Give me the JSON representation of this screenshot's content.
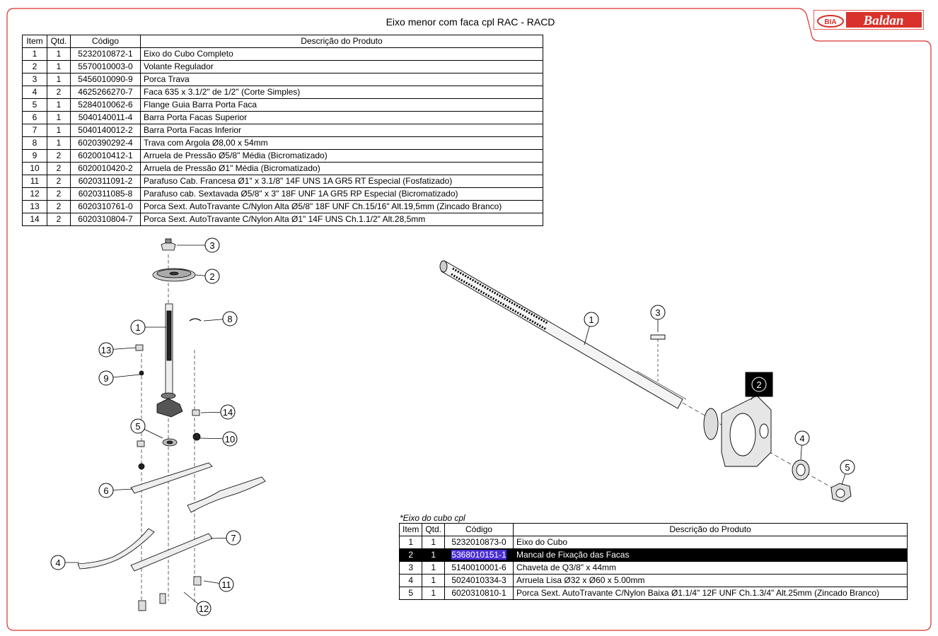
{
  "page": {
    "title": "Eixo menor com faca cpl RAC - RACD",
    "brand": {
      "badge": "BIA",
      "name": "Baldan"
    },
    "accent_color": "#d9312b"
  },
  "main_table": {
    "headers": {
      "item": "Item",
      "qty": "Qtd.",
      "code": "Código",
      "desc": "Descrição do Produto"
    },
    "rows": [
      {
        "item": "1",
        "qty": "1",
        "code": "5232010872-1",
        "desc": "Eixo do Cubo Completo"
      },
      {
        "item": "2",
        "qty": "1",
        "code": "5570010003-0",
        "desc": "Volante Regulador"
      },
      {
        "item": "3",
        "qty": "1",
        "code": "5456010090-9",
        "desc": "Porca Trava"
      },
      {
        "item": "4",
        "qty": "2",
        "code": "4625266270-7",
        "desc": "Faca 635 x 3.1/2\" de 1/2\" (Corte Simples)"
      },
      {
        "item": "5",
        "qty": "1",
        "code": "5284010062-6",
        "desc": "Flange  Guia  Barra Porta Faca"
      },
      {
        "item": "6",
        "qty": "1",
        "code": "5040140011-4",
        "desc": "Barra Porta Facas Superior"
      },
      {
        "item": "7",
        "qty": "1",
        "code": "5040140012-2",
        "desc": "Barra Porta Facas Inferior"
      },
      {
        "item": "8",
        "qty": "1",
        "code": "6020390292-4",
        "desc": "Trava com Argola Ø8,00 x 54mm"
      },
      {
        "item": "9",
        "qty": "2",
        "code": "6020010412-1",
        "desc": "Arruela de Pressão Ø5/8\" Média (Bicromatizado)"
      },
      {
        "item": "10",
        "qty": "2",
        "code": "6020010420-2",
        "desc": "Arruela de Pressão Ø1\" Média (Bicromatizado)"
      },
      {
        "item": "11",
        "qty": "2",
        "code": "6020311091-2",
        "desc": "Parafuso Cab. Francesa Ø1\" x 3.1/8\" 14F UNS 1A GR5 RT Especial (Fosfatizado)"
      },
      {
        "item": "12",
        "qty": "2",
        "code": "6020311085-8",
        "desc": "Parafuso cab. Sextavada Ø5/8\" x 3\" 18F UNF 1A GR5 RP Especial (Bicromatizado)"
      },
      {
        "item": "13",
        "qty": "2",
        "code": "6020310761-0",
        "desc": "Porca Sext. AutoTravante C/Nylon Alta Ø5/8\" 18F UNF Ch.15/16\" Alt.19,5mm (Zincado Branco)"
      },
      {
        "item": "14",
        "qty": "2",
        "code": "6020310804-7",
        "desc": "Porca Sext. AutoTravante C/Nylon Alta Ø1\" 14F UNS Ch.1.1/2\" Alt.28,5mm"
      }
    ]
  },
  "sub_table": {
    "caption": "*Eixo do cubo cpl",
    "headers": {
      "item": "Item",
      "qty": "Qtd.",
      "code": "Código",
      "desc": "Descrição do Produto"
    },
    "selected_index": 1,
    "rows": [
      {
        "item": "1",
        "qty": "1",
        "code": "5232010873-0",
        "desc": "Eixo do Cubo"
      },
      {
        "item": "2",
        "qty": "1",
        "code": "5368010151-1",
        "desc": "Mancal de Fixação das Facas"
      },
      {
        "item": "3",
        "qty": "1",
        "code": "5140010001-6",
        "desc": "Chaveta de Q3/8\" x 44mm"
      },
      {
        "item": "4",
        "qty": "1",
        "code": "5024010334-3",
        "desc": "Arruela Lisa Ø32 x Ø60  x 5.00mm"
      },
      {
        "item": "5",
        "qty": "1",
        "code": "6020310810-1",
        "desc": "Porca Sext. AutoTravante C/Nylon Baixa Ø1.1/4\" 12F UNF Ch.1.3/4\" Alt.25mm (Zincado Branco)"
      }
    ]
  },
  "left_callouts": [
    "3",
    "2",
    "8",
    "1",
    "13",
    "9",
    "14",
    "5",
    "10",
    "6",
    "7",
    "4",
    "11",
    "12"
  ],
  "right_callouts": [
    "1",
    "3",
    "2",
    "4",
    "5"
  ]
}
